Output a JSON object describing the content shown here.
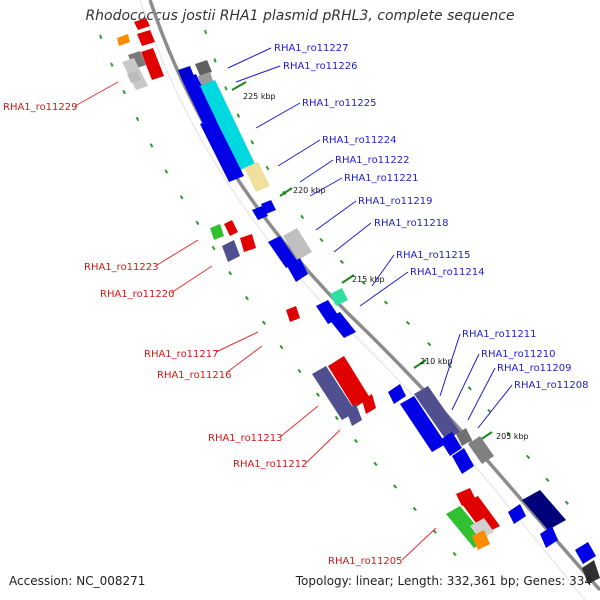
{
  "header": {
    "title": "Rhodococcus jostii RHA1 plasmid pRHL3, complete sequence"
  },
  "footer": {
    "accession": "Accession: NC_008271",
    "summary": "Topology: linear; Length: 332,361 bp; Genes: 334"
  },
  "colors": {
    "forward_gene": "#0000e6",
    "reverse_gene": "#e60000",
    "forward_label": "#1e1ecc",
    "reverse_label": "#d01818",
    "backbone": "#8c8c8c",
    "tick": "#2a9c2a"
  },
  "scale_ticks": [
    {
      "label": "225 kbp"
    },
    {
      "label": "220 kbp"
    },
    {
      "label": "215 kbp"
    },
    {
      "label": "210 kbp"
    },
    {
      "label": "205 kbp"
    }
  ],
  "gene_labels": [
    {
      "text": "RHA1_ro11227",
      "strand": "forward"
    },
    {
      "text": "RHA1_ro11226",
      "strand": "forward"
    },
    {
      "text": "RHA1_ro11225",
      "strand": "forward"
    },
    {
      "text": "RHA1_ro11224",
      "strand": "forward"
    },
    {
      "text": "RHA1_ro11222",
      "strand": "forward"
    },
    {
      "text": "RHA1_ro11221",
      "strand": "forward"
    },
    {
      "text": "RHA1_ro11219",
      "strand": "forward"
    },
    {
      "text": "RHA1_ro11218",
      "strand": "forward"
    },
    {
      "text": "RHA1_ro11215",
      "strand": "forward"
    },
    {
      "text": "RHA1_ro11214",
      "strand": "forward"
    },
    {
      "text": "RHA1_ro11211",
      "strand": "forward"
    },
    {
      "text": "RHA1_ro11210",
      "strand": "forward"
    },
    {
      "text": "RHA1_ro11209",
      "strand": "forward"
    },
    {
      "text": "RHA1_ro11208",
      "strand": "forward"
    },
    {
      "text": "RHA1_ro11229",
      "strand": "reverse"
    },
    {
      "text": "RHA1_ro11223",
      "strand": "reverse"
    },
    {
      "text": "RHA1_ro11220",
      "strand": "reverse"
    },
    {
      "text": "RHA1_ro11217",
      "strand": "reverse"
    },
    {
      "text": "RHA1_ro11216",
      "strand": "reverse"
    },
    {
      "text": "RHA1_ro11213",
      "strand": "reverse"
    },
    {
      "text": "RHA1_ro11212",
      "strand": "reverse"
    },
    {
      "text": "RHA1_ro11205",
      "strand": "reverse"
    }
  ]
}
